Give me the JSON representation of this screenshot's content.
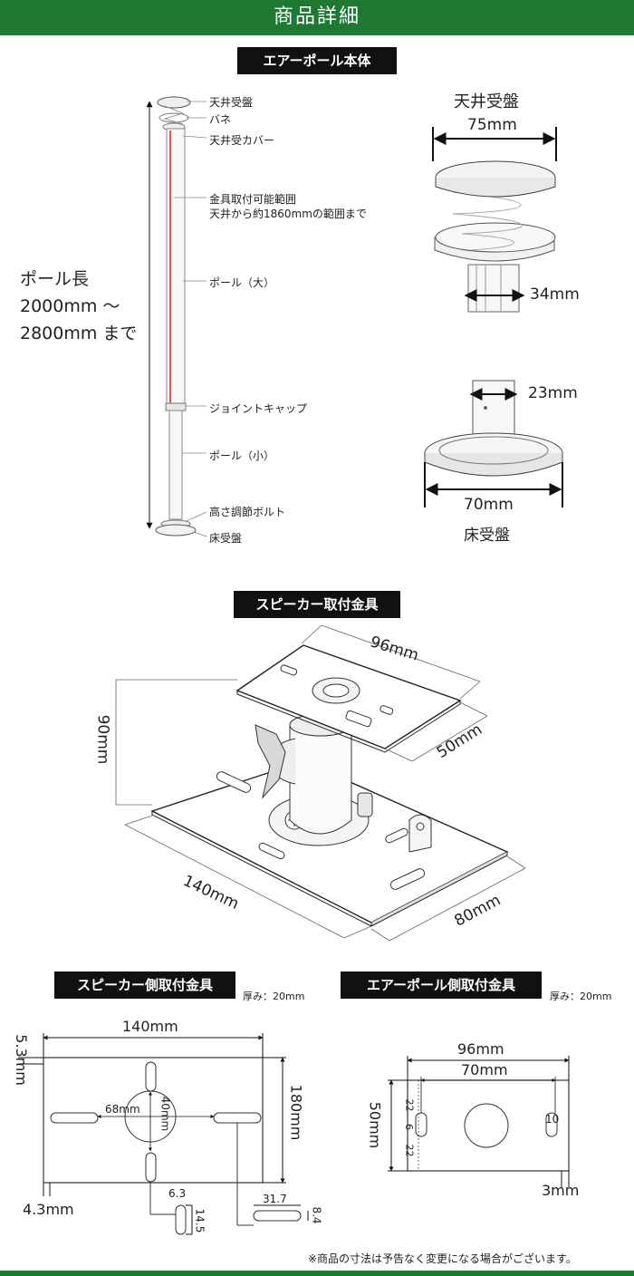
{
  "header": {
    "title": "商品詳細"
  },
  "section1": {
    "label": "エアーポール本体",
    "parts": [
      "天井受盤",
      "バネ",
      "天井受カバー",
      "金具取付可能範囲",
      "天井から約1860mmの範囲まで",
      "ポール（大）",
      "ジョイントキャップ",
      "ポール（小）",
      "高さ調節ボルト",
      "床受盤"
    ],
    "pole_length_lines": [
      "ポール長",
      "2000mm ～",
      "2800mm まで"
    ],
    "ceiling_title": "天井受盤",
    "ceiling_width": "75mm",
    "ceiling_pole": "34mm",
    "floor_pole": "23mm",
    "floor_width": "70mm",
    "floor_title": "床受盤"
  },
  "section2": {
    "label": "スピーカー取付金具",
    "dim_top": "96mm",
    "dim_top_side": "50mm",
    "dim_height": "90mm",
    "dim_bottom": "140mm",
    "dim_bottom_side": "80mm"
  },
  "section3": {
    "left_label": "スピーカー側取付金具",
    "left_thickness": "厚み：20mm",
    "right_label": "エアーポール側取付金具",
    "right_thickness": "厚み：20mm",
    "left_dims": {
      "width": "140mm",
      "height": "180mm",
      "top_offset": "5.3mm",
      "left_offset": "4.3mm",
      "horizontal_center": "68mm",
      "vertical_center": "40mm",
      "slot_w": "6.3",
      "slot_h": "14.5",
      "slot2_w": "31.7",
      "slot2_h": "8.4"
    },
    "right_dims": {
      "width": "96mm",
      "inner_width": "70mm",
      "height": "50mm",
      "upper": "22",
      "mid": "6",
      "lower": "22",
      "slot": "10",
      "edge": "3mm"
    }
  },
  "footer": {
    "note": "※商品の寸法は予告なく変更になる場合がございます。"
  }
}
